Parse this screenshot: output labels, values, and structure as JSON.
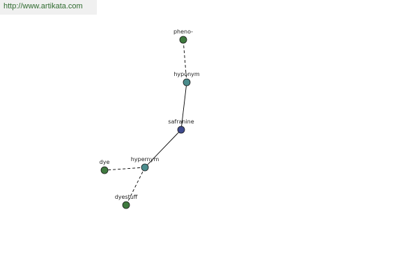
{
  "source": {
    "link_text": "http://www.artikata.com",
    "link_color": "#2f6b2f"
  },
  "graph": {
    "center_color": "#3e4a8c",
    "relation_color": "#4a8c8c",
    "term_color": "#3f7a3f",
    "nodes": [
      {
        "id": "safranine",
        "label": "safranine",
        "kind": "center"
      },
      {
        "id": "hyponym",
        "label": "hyponym",
        "kind": "relation"
      },
      {
        "id": "pheno",
        "label": "pheno-",
        "kind": "term"
      },
      {
        "id": "hypernym",
        "label": "hypernym",
        "kind": "relation"
      },
      {
        "id": "dye",
        "label": "dye",
        "kind": "term"
      },
      {
        "id": "dyestuff",
        "label": "dyestuff",
        "kind": "term"
      }
    ],
    "edges": [
      {
        "from": "safranine",
        "to": "hyponym",
        "style": "solid"
      },
      {
        "from": "hyponym",
        "to": "pheno",
        "style": "dashed"
      },
      {
        "from": "safranine",
        "to": "hypernym",
        "style": "solid"
      },
      {
        "from": "hypernym",
        "to": "dye",
        "style": "dashed"
      },
      {
        "from": "hypernym",
        "to": "dyestuff",
        "style": "dashed"
      }
    ]
  }
}
